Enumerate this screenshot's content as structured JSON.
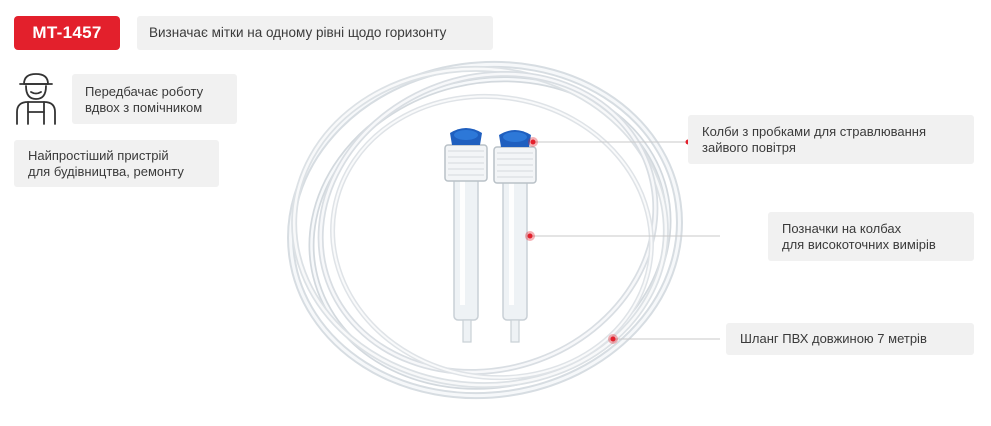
{
  "badge": {
    "code": "MT-1457"
  },
  "headline": {
    "text": "Визначає мітки на одному рівні щодо горизонту"
  },
  "features": {
    "helper": {
      "line1": "Передбачає роботу",
      "line2": "вдвох з помічником",
      "icon": "worker-icon"
    },
    "simple": {
      "line1": "Найпростіший пристрій",
      "line2": "для будівництва, ремонту"
    }
  },
  "callouts": {
    "flasks": {
      "line1": "Колби з пробками для стравлювання",
      "line2": "зайвого повітря"
    },
    "marks": {
      "line1": "Позначки на колбах",
      "line2": "для високоточних вимірів"
    },
    "hose": {
      "line1": "Шланг ПВХ довжиною 7 метрів"
    }
  },
  "colors": {
    "accent": "#e3202c",
    "box": "#f1f1f1",
    "cap": "#1f5fbf"
  }
}
